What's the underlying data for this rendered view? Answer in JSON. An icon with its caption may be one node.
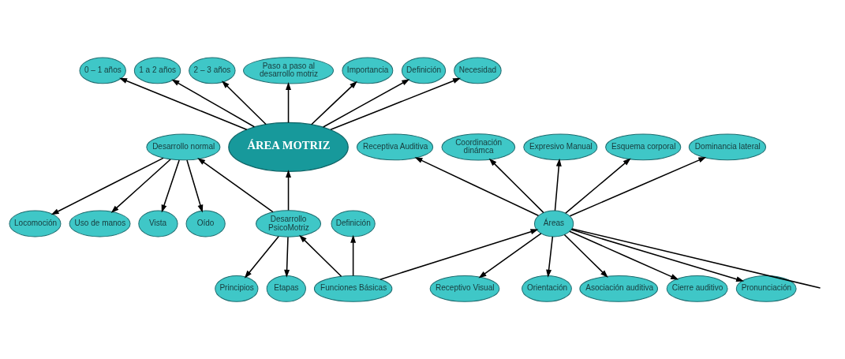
{
  "diagram": {
    "nodes": [
      {
        "text": [
          "ÁREA MOTRIZ"
        ]
      },
      {
        "text": [
          "0 – 1 años"
        ]
      },
      {
        "text": [
          "1 a 2 años"
        ]
      },
      {
        "text": [
          "2 – 3 años"
        ]
      },
      {
        "text": [
          "Paso a paso al desarrollo motriz"
        ]
      },
      {
        "text": [
          "Importancia"
        ]
      },
      {
        "text": [
          "Definición"
        ]
      },
      {
        "text": [
          "Necesidad"
        ]
      },
      {
        "text": [
          "Desarrollo PsicoMotriz"
        ]
      },
      {
        "text": [
          "Funciones Básicas"
        ]
      },
      {
        "text": [
          "Definición"
        ]
      },
      {
        "text": [
          "Áreas"
        ]
      },
      {
        "text": [
          "Receptiva Auditiva"
        ]
      },
      {
        "text": [
          "Receptivo Visual"
        ]
      },
      {
        "text": [
          "Coordinación dinámca"
        ]
      },
      {
        "text": [
          "Expresivo Manual"
        ]
      },
      {
        "text": [
          "Esquema corporal"
        ]
      },
      {
        "text": [
          "Dominancia lateral"
        ]
      },
      {
        "text": [
          "Orientación"
        ]
      },
      {
        "text": [
          "Asociación auditiva"
        ]
      },
      {
        "text": [
          "Cierre auditivo"
        ]
      },
      {
        "text": [
          "Pronunciación"
        ]
      },
      {
        "text": [
          "Principios"
        ]
      },
      {
        "text": [
          "Etapas"
        ]
      },
      {
        "text": [
          "Desarrollo normal"
        ]
      },
      {
        "text": [
          "Locomoción"
        ]
      },
      {
        "text": [
          "Uso de manos"
        ]
      },
      {
        "text": [
          "Vista"
        ]
      },
      {
        "text": [
          "Oído"
        ]
      }
    ],
    "edges": [
      {
        "from": 0,
        "to": 1,
        "arrow": "to"
      },
      {
        "from": 0,
        "to": 2,
        "arrow": "to"
      },
      {
        "from": 0,
        "to": 3,
        "arrow": "to"
      },
      {
        "from": 0,
        "to": 4,
        "arrow": "to"
      },
      {
        "from": 0,
        "to": 5,
        "arrow": "to"
      },
      {
        "from": 0,
        "to": 6,
        "arrow": "to"
      },
      {
        "from": 0,
        "to": 7,
        "arrow": "to"
      },
      {
        "from": 8,
        "to": 0,
        "arrow": "to"
      },
      {
        "from": 9,
        "to": 8,
        "arrow": "to"
      },
      {
        "from": 9,
        "to": 10,
        "arrow": "to"
      },
      {
        "from": 9,
        "to": 11,
        "arrow": "to"
      },
      {
        "from": 11,
        "to": 12,
        "arrow": "to"
      },
      {
        "from": 11,
        "to": 13,
        "arrow": "to"
      },
      {
        "from": 11,
        "to": 14,
        "arrow": "to"
      },
      {
        "from": 11,
        "to": 15,
        "arrow": "to"
      },
      {
        "from": 11,
        "to": 16,
        "arrow": "to"
      },
      {
        "from": 11,
        "to": 17,
        "arrow": "to"
      },
      {
        "from": 11,
        "to": 18,
        "arrow": "to"
      },
      {
        "from": 11,
        "to": 19,
        "arrow": "to"
      },
      {
        "from": 11,
        "to": 20,
        "arrow": "to"
      },
      {
        "from": 11,
        "to": 21,
        "arrow": "to"
      },
      {
        "from": 11,
        "to": null,
        "arrow": "none"
      },
      {
        "from": 8,
        "to": 22,
        "arrow": "to"
      },
      {
        "from": 8,
        "to": 24,
        "arrow": "to"
      },
      {
        "from": 8,
        "to": 23,
        "arrow": "to"
      },
      {
        "from": 24,
        "to": 25,
        "arrow": "to"
      },
      {
        "from": 24,
        "to": 26,
        "arrow": "to"
      },
      {
        "from": 24,
        "to": 27,
        "arrow": "to"
      },
      {
        "from": 24,
        "to": 28,
        "arrow": "to"
      }
    ]
  }
}
